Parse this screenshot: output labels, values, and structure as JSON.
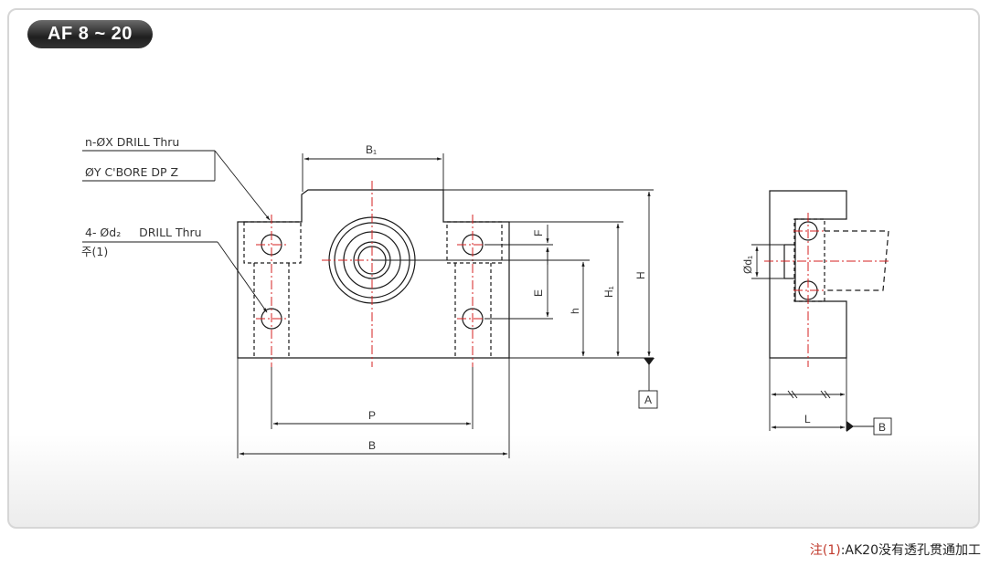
{
  "badge": "AF 8 ~ 20",
  "callouts": {
    "drill_top": "n-ØX DRILL Thru",
    "cbore": "ØY C'BORE DP Z",
    "drill_small": "4- Ød₂     DRILL Thru",
    "note_ref": "주(1)"
  },
  "dims": {
    "B1": "B₁",
    "F": "F",
    "E": "E",
    "h": "h",
    "H1": "H₁",
    "H": "H",
    "P": "P",
    "B": "B",
    "d1": "Ød₁",
    "L": "L"
  },
  "datums": {
    "A": "A",
    "B": "B"
  },
  "footnote": {
    "ref": "注(1)",
    "text": ":AK20没有透孔贯通加工"
  },
  "colors": {
    "centerline": "#d62020",
    "outline": "#1a1a1a"
  }
}
